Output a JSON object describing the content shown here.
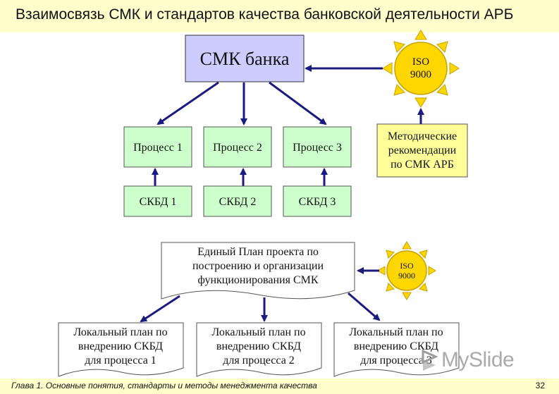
{
  "title": "Взаимосвязь СМК и стандартов качества банковской деятельности АРБ",
  "top": {
    "bank_qms": "СМК банка",
    "iso_sun": [
      "ISO",
      "9000"
    ],
    "processes": [
      "Процесс 1",
      "Процесс 2",
      "Процесс 3"
    ],
    "skbd": [
      "СКБД 1",
      "СКБД 2",
      "СКБД 3"
    ],
    "guidelines": [
      "Методические",
      "рекомендации",
      "по СМК АРБ"
    ]
  },
  "bottom": {
    "unified_plan": [
      "Единый План проекта по",
      "построению и организации",
      "функционирования СМК"
    ],
    "iso_sun": [
      "ISO",
      "9000"
    ],
    "local_plans": [
      [
        "Локальный план по",
        "внедрению СКБД",
        "для процесса 1"
      ],
      [
        "Локальный план по",
        "внедрению СКБД",
        "для процесса 2"
      ],
      [
        "Локальный план по",
        "внедрению СКБД",
        "для процесса 3"
      ]
    ]
  },
  "footer": {
    "chapter": "Глава 1. Основные понятия, стандарты  и методы менеджмента качества",
    "page": "32"
  },
  "watermark": "MySlide",
  "colors": {
    "title_bg": "#ffffcc",
    "qms_fill": "#ccccff",
    "process_fill": "#ccffcc",
    "guidelines_fill": "#ffff99",
    "sun_fill": "#ffd700",
    "arrow": "#1a1a80"
  }
}
